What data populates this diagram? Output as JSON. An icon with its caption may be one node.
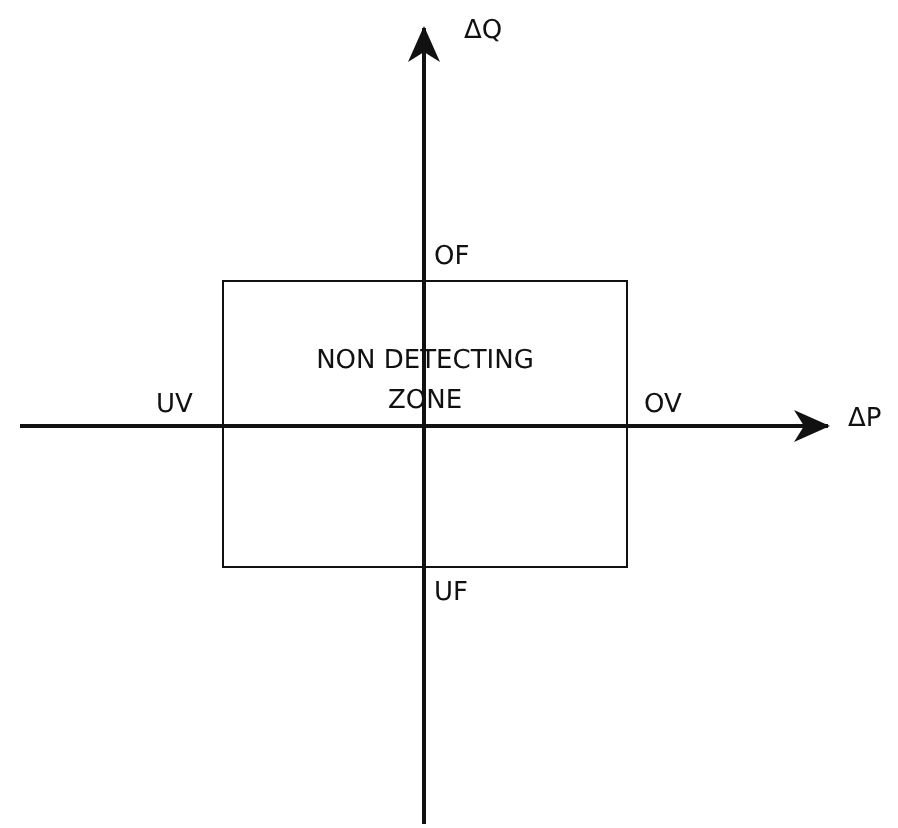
{
  "diagram": {
    "nodes": [
      {
        "text": [
          "NON DETECTING ZONE"
        ]
      }
    ],
    "labels": [
      "ΔQ",
      "OF",
      "UV",
      "OV",
      "ΔP",
      "UF"
    ]
  }
}
